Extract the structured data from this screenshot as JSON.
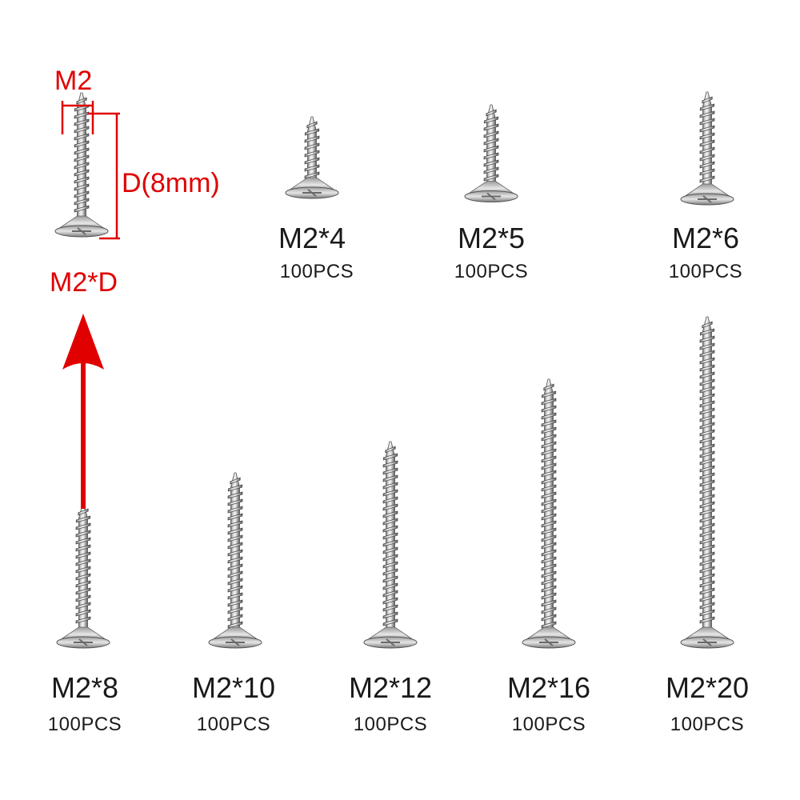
{
  "diagram": {
    "width_label": "M2",
    "length_label": "D(8mm)",
    "formula_label": "M2*D",
    "accent_color": "#e00000"
  },
  "screws": [
    {
      "size": "M2*4",
      "qty": "100PCS",
      "length_mm": 4
    },
    {
      "size": "M2*5",
      "qty": "100PCS",
      "length_mm": 5
    },
    {
      "size": "M2*6",
      "qty": "100PCS",
      "length_mm": 6
    },
    {
      "size": "M2*8",
      "qty": "100PCS",
      "length_mm": 8
    },
    {
      "size": "M2*10",
      "qty": "100PCS",
      "length_mm": 10
    },
    {
      "size": "M2*12",
      "qty": "100PCS",
      "length_mm": 12
    },
    {
      "size": "M2*16",
      "qty": "100PCS",
      "length_mm": 16
    },
    {
      "size": "M2*20",
      "qty": "100PCS",
      "length_mm": 20
    }
  ]
}
